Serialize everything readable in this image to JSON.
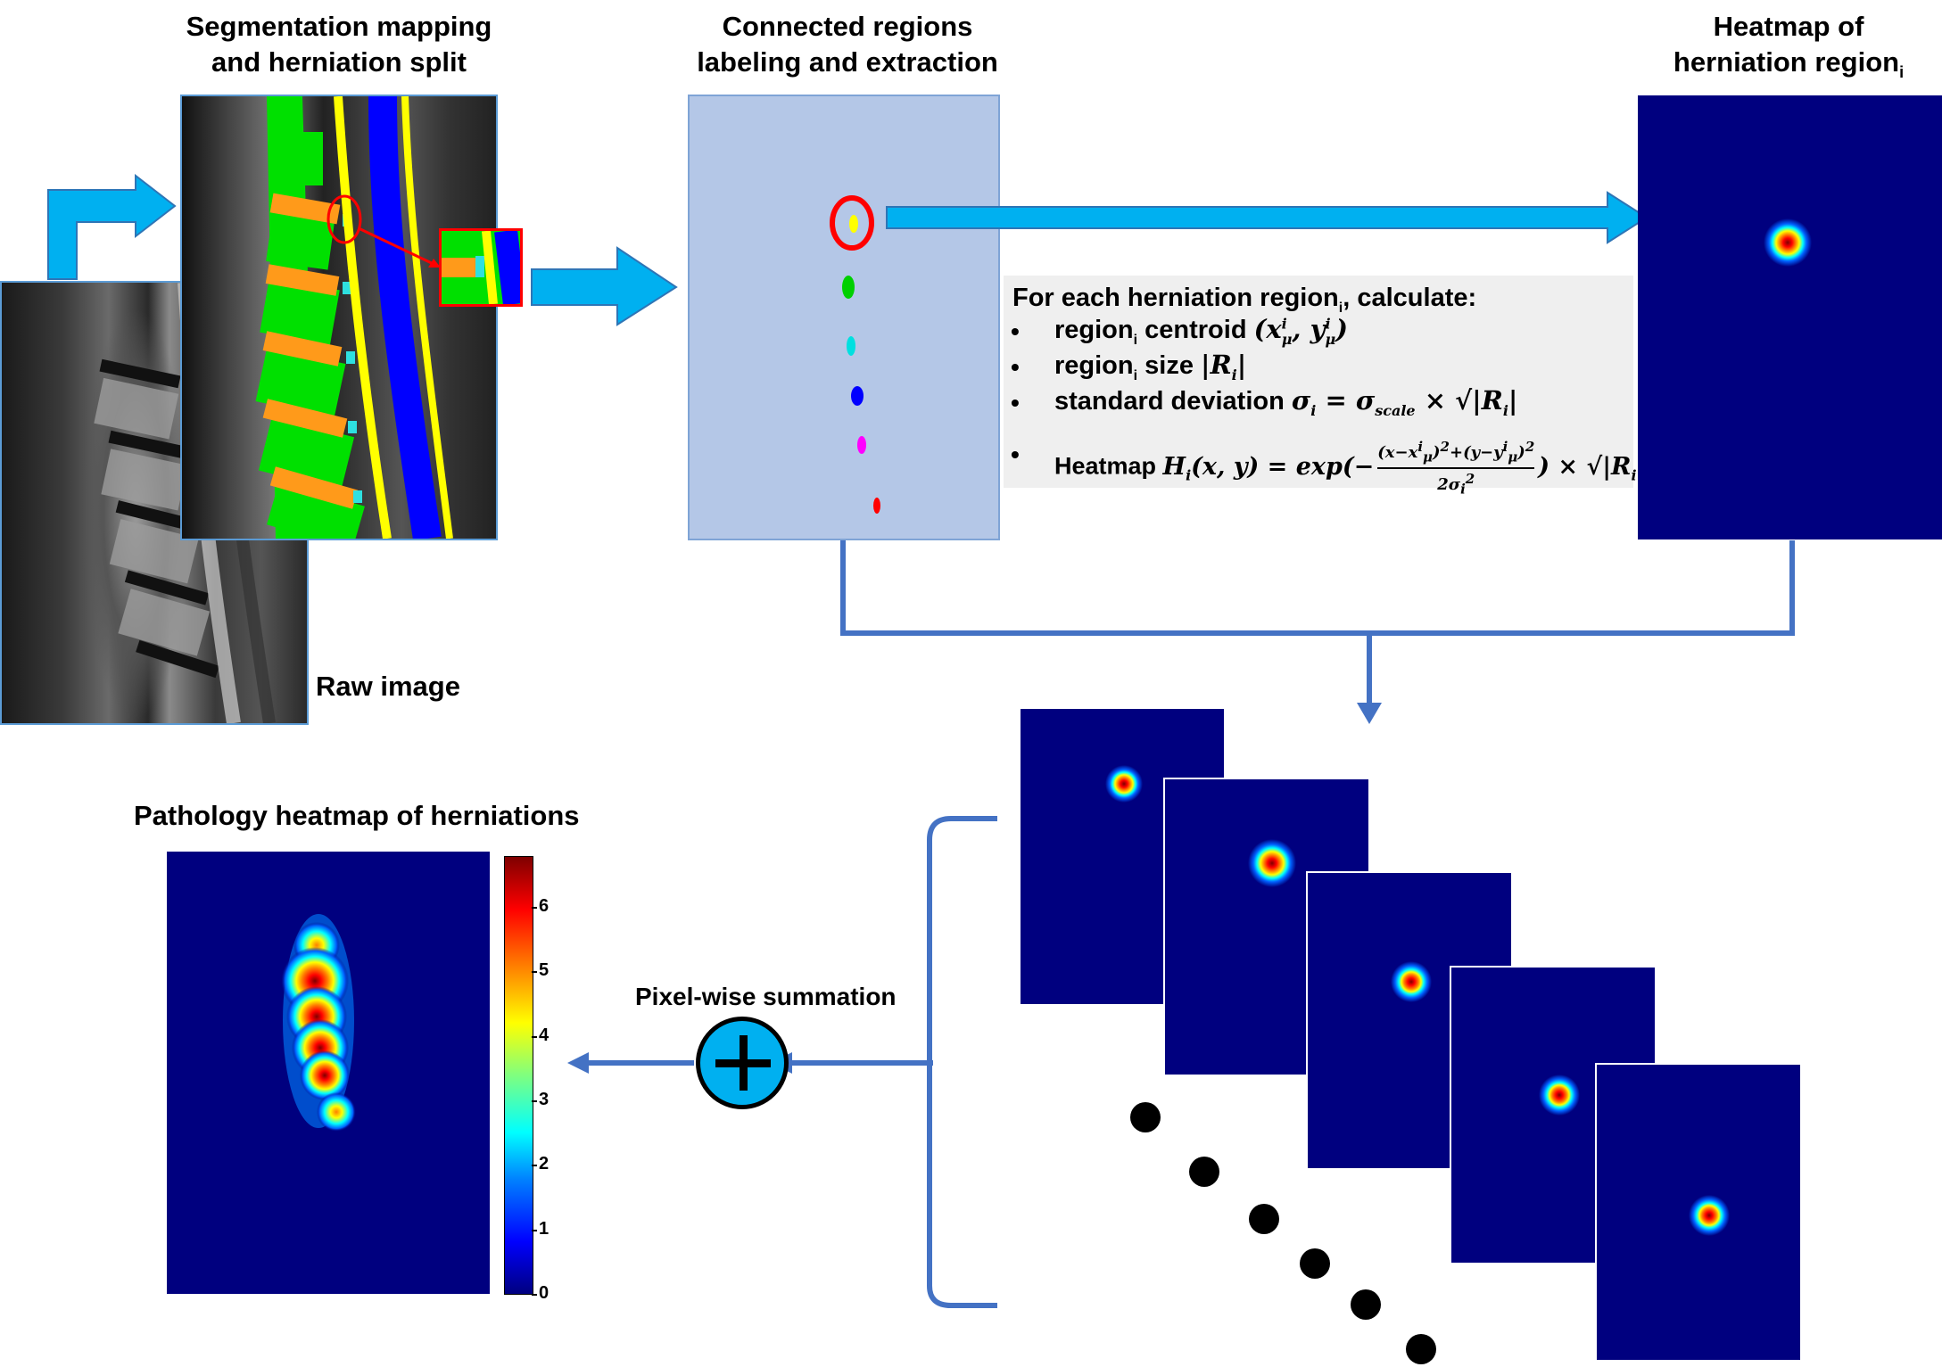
{
  "titles": {
    "segmentation": "Segmentation mapping\nand herniation split",
    "connected": "Connected regions\nlabeling and extraction",
    "heatmap_region": "Heatmap of\nherniation region",
    "heatmap_region_sub": "i",
    "raw_image": "Raw image",
    "pathology": "Pathology heatmap of herniations",
    "pixel_sum": "Pixel-wise summation"
  },
  "formula": {
    "header_pre": "For each herniation region",
    "header_sub": "i",
    "header_post": ", calculate:",
    "bullet": "•",
    "line1_pre": "region",
    "line1_sub": "i",
    "line1_post": " centroid ",
    "line1_math": "(x",
    "line2_pre": "region",
    "line2_sub": "i",
    "line2_post": " size ",
    "line3_pre": "standard deviation ",
    "line4_pre": "Heatmap "
  },
  "colorbar": {
    "ticks": [
      "6",
      "5",
      "4",
      "3",
      "2",
      "1",
      "0"
    ],
    "max": 6.8,
    "colors": [
      "#00007f",
      "#0000ff",
      "#007fff",
      "#00ffff",
      "#7fff7f",
      "#ffff00",
      "#ff7f00",
      "#ff0000",
      "#7f0000"
    ]
  },
  "colors": {
    "arrow": "#00b0f0",
    "connector": "#4472c4",
    "heatmap_bg": "#00007f",
    "region_panel": "#b4c7e7",
    "highlight": "#ff0000"
  },
  "icons": {
    "plus": "plus-circle-icon",
    "ellipsis": "dots-icon"
  }
}
